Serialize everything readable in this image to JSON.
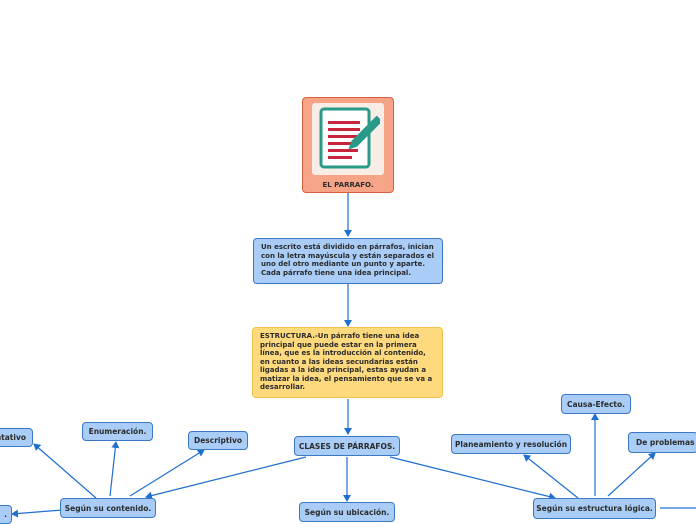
{
  "root": {
    "title": "EL PARRAFO.",
    "icon": "document-pencil-icon"
  },
  "definition": "Un escrito está dividido en párrafos, inician con la letra mayúscula y están separados el uno del otro mediante un punto y aparte. Cada párrafo tiene una idea principal.",
  "structure": "ESTRUCTURA.-Un párrafo tiene una idea principal que puede estar en la primera línea, que es la introducción al contenido, en cuanto a las ideas secundarias están ligadas a la idea principal, estas ayudan a matizar la idea, el pensamiento que se va a desarrollar.",
  "classes": "CLASES DE PÁRRAFOS.",
  "by_content": {
    "label": "Según su contenido.",
    "children": [
      "ntativo",
      "Enumeración.",
      "Descriptivo",
      "."
    ]
  },
  "by_location": {
    "label": "Según su ubicación."
  },
  "by_logic": {
    "label": "Según su estructura lógica.",
    "children": [
      "Planeamiento y resolución",
      "Causa-Efecto.",
      "De problemas"
    ]
  },
  "colors": {
    "line": "#1f6fd1",
    "root_fill": "#f6a487",
    "blue_fill": "#a9cdf7",
    "yellow_fill": "#ffd97e"
  }
}
